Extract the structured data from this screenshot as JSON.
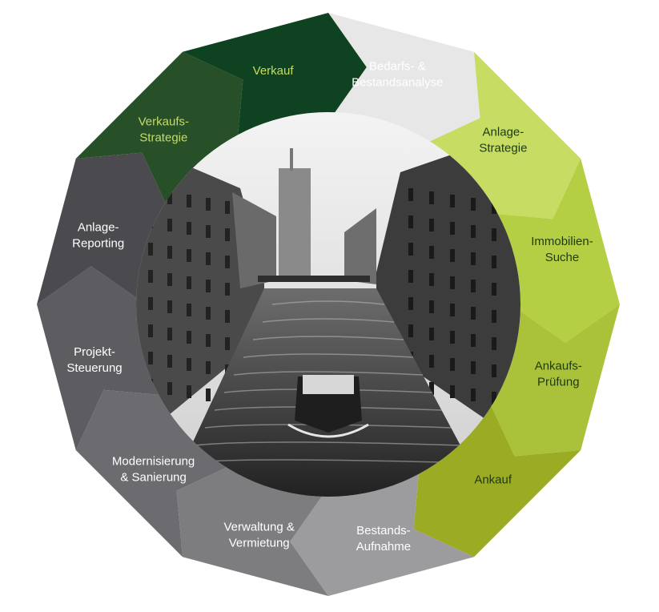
{
  "segments": [
    {
      "lines": [
        "Bedarfs- &",
        "Bestandsanalyse"
      ],
      "fill": "#e7e7e7",
      "text_color": "#ffffff"
    },
    {
      "lines": [
        "Anlage-",
        "Strategie"
      ],
      "fill": "#c6dc63",
      "text_color": "#1f3a10"
    },
    {
      "lines": [
        "Immobilien-",
        "Suche"
      ],
      "fill": "#b5cf44",
      "text_color": "#1f3a10"
    },
    {
      "lines": [
        "Ankaufs-",
        "Prüfung"
      ],
      "fill": "#a9c23a",
      "text_color": "#1f3a10"
    },
    {
      "lines": [
        "Ankauf"
      ],
      "fill": "#9bab23",
      "text_color": "#1f3a10"
    },
    {
      "lines": [
        "Bestands-",
        "Aufnahme"
      ],
      "fill": "#9c9c9f",
      "text_color": "#ffffff"
    },
    {
      "lines": [
        "Verwaltung &",
        "Vermietung"
      ],
      "fill": "#7d7d80",
      "text_color": "#ffffff"
    },
    {
      "lines": [
        "Modernisierung",
        "& Sanierung"
      ],
      "fill": "#6c6c70",
      "text_color": "#ffffff"
    },
    {
      "lines": [
        "Projekt-",
        "Steuerung"
      ],
      "fill": "#5d5d61",
      "text_color": "#ffffff"
    },
    {
      "lines": [
        "Anlage-",
        "Reporting"
      ],
      "fill": "#4a4a4f",
      "text_color": "#ffffff"
    },
    {
      "lines": [
        "Verkaufs-",
        "Strategie"
      ],
      "fill": "#274f28",
      "text_color": "#c6dc63"
    },
    {
      "lines": [
        "Verkauf"
      ],
      "fill": "#0f4220",
      "text_color": "#c6dc63"
    }
  ],
  "center_image": {
    "subject": "black-and-white canal between brick warehouses with a boat"
  }
}
